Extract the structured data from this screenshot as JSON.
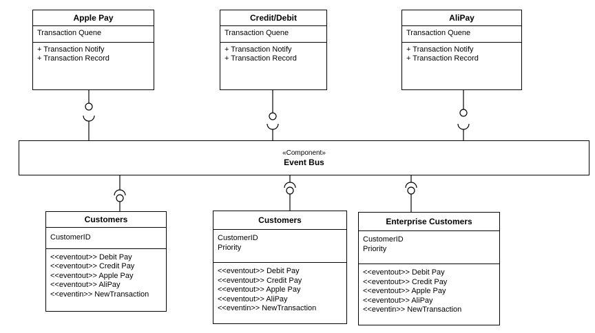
{
  "gateways": [
    {
      "name": "Apple Pay",
      "attributes": [
        "Transaction Quene"
      ],
      "operations": [
        "+ Transaction Notify",
        "+ Transaction Record"
      ]
    },
    {
      "name": "Credit/Debit",
      "attributes": [
        "Transaction Quene"
      ],
      "operations": [
        "+ Transaction Notify",
        "+ Transaction Record"
      ]
    },
    {
      "name": "AliPay",
      "attributes": [
        "Transaction Quene"
      ],
      "operations": [
        "+ Transaction Notify",
        "+ Transaction Record"
      ]
    }
  ],
  "event_bus": {
    "stereotype": "«Component»",
    "name": "Event Bus"
  },
  "customers": [
    {
      "name": "Customers",
      "attributes": [
        "CustomerID"
      ],
      "operations": [
        "<<eventout>> Debit Pay",
        "<<eventout>> Credit Pay",
        "<<eventout>> Apple Pay",
        "<<eventout>> AliPay",
        "<<eventin>> NewTransaction"
      ]
    },
    {
      "name": "Customers",
      "attributes": [
        "CustomerID",
        "Priority"
      ],
      "operations": [
        "<<eventout>> Debit Pay",
        "<<eventout>> Credit Pay",
        "<<eventout>> Apple Pay",
        "<<eventout>> AliPay",
        "<<eventin>> NewTransaction"
      ]
    },
    {
      "name": "Enterprise Customers",
      "attributes": [
        "CustomerID",
        "Priority"
      ],
      "operations": [
        "<<eventout>> Debit Pay",
        "<<eventout>> Credit Pay",
        "<<eventout>> Apple Pay",
        "<<eventout>> AliPay",
        "<<eventin>> NewTransaction"
      ]
    }
  ]
}
